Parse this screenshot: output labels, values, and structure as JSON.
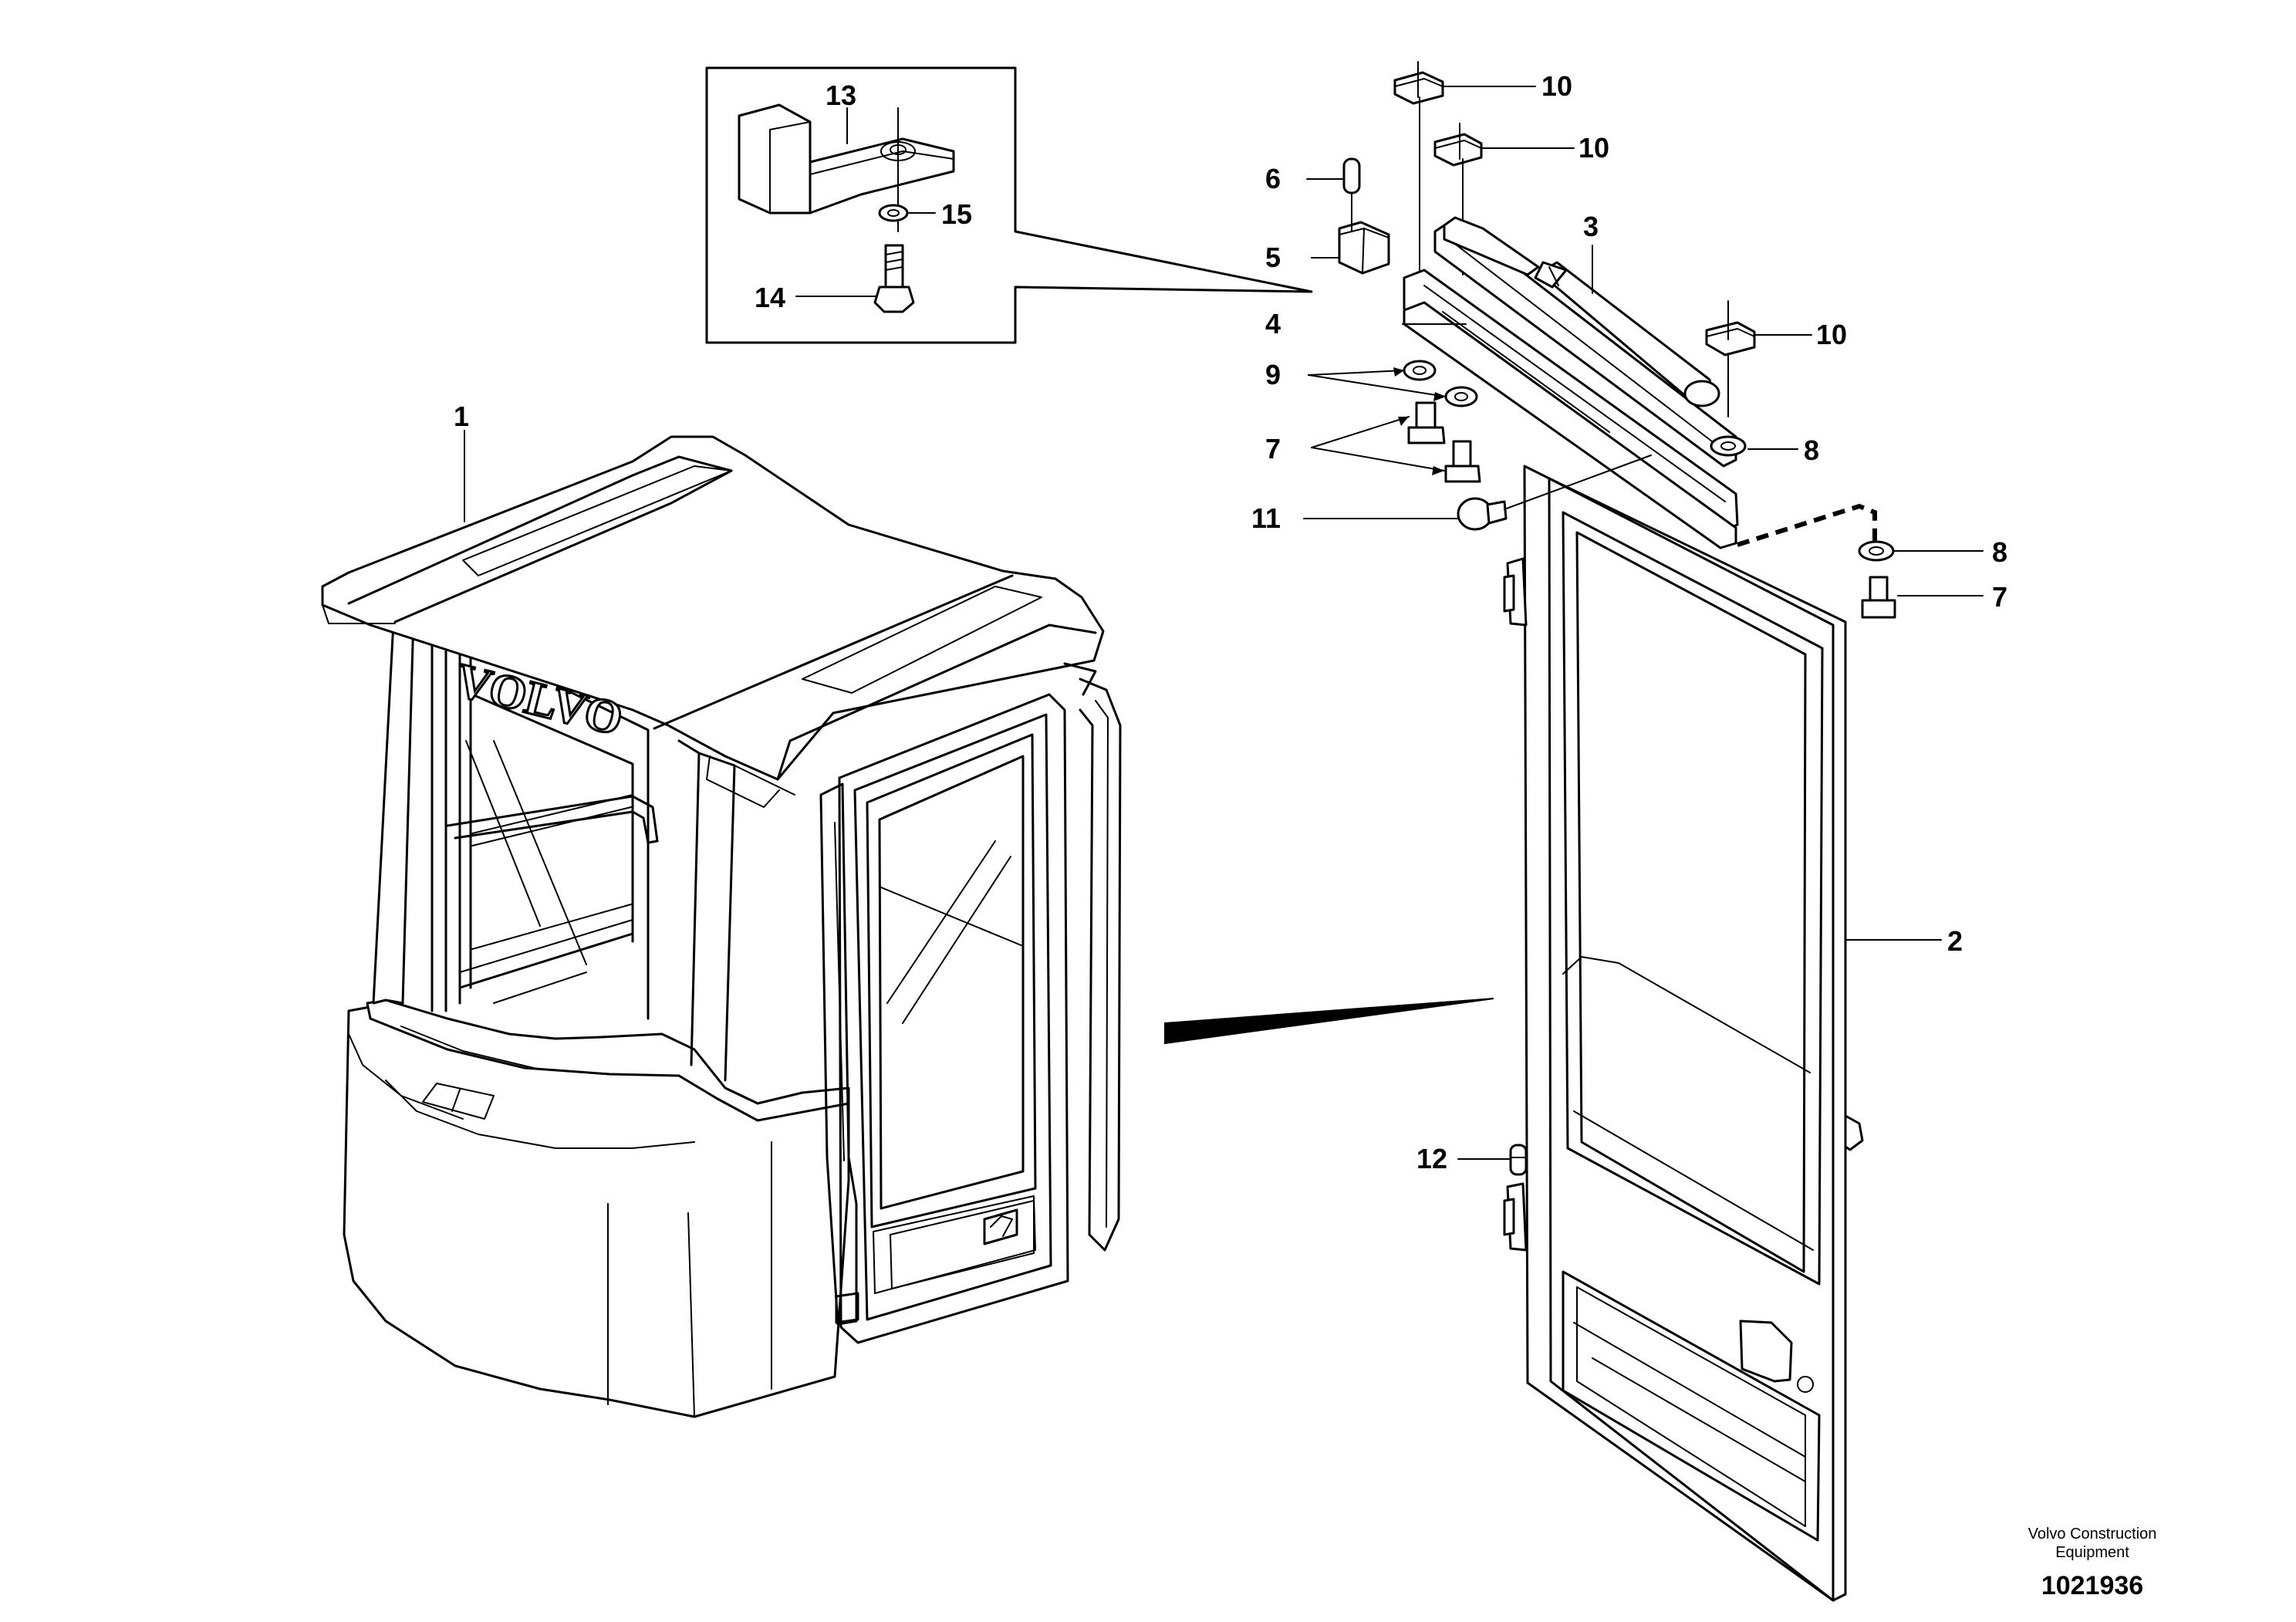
{
  "labels": {
    "l1": "1",
    "l2": "2",
    "l3": "3",
    "l4": "4",
    "l5": "5",
    "l6": "6",
    "l7a": "7",
    "l7b": "7",
    "l8a": "8",
    "l8b": "8",
    "l9": "9",
    "l10a": "10",
    "l10b": "10",
    "l10c": "10",
    "l11": "11",
    "l12": "12",
    "l13": "13",
    "l14": "14",
    "l15": "15"
  },
  "branding": {
    "cab_logo": "VOLVO"
  },
  "footer": {
    "company_line1": "Volvo Construction",
    "company_line2": "Equipment",
    "drawing_number": "1021936"
  }
}
